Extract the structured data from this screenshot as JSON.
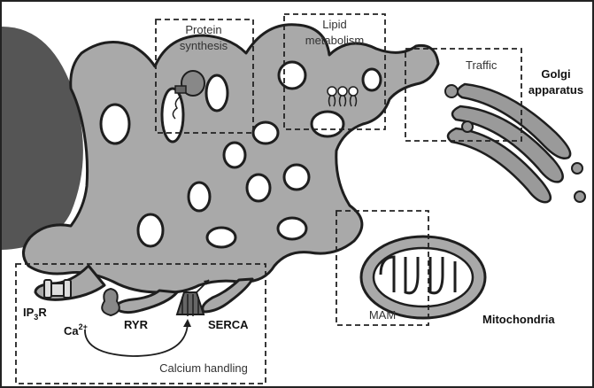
{
  "labels": {
    "protein_synthesis_1": "Protein",
    "protein_synthesis_2": "synthesis",
    "lipid_metabolism_1": "Lipid",
    "lipid_metabolism_2": "metabolism",
    "traffic": "Traffic",
    "golgi_1": "Golgi",
    "golgi_2": "apparatus",
    "mam": "MAM",
    "mitochondria": "Mitochondria",
    "ip3r_main": "IP",
    "ip3r_sub": "3",
    "ip3r_end": "R",
    "ca_main": "Ca",
    "ca_sup": "2+",
    "ryr": "RYR",
    "serca": "SERCA",
    "calcium_handling": "Calcium handling"
  },
  "colors": {
    "er_fill": "#a9a9a9",
    "outline": "#1e1e1e",
    "nucleus": "#555555",
    "background": "#ffffff"
  }
}
